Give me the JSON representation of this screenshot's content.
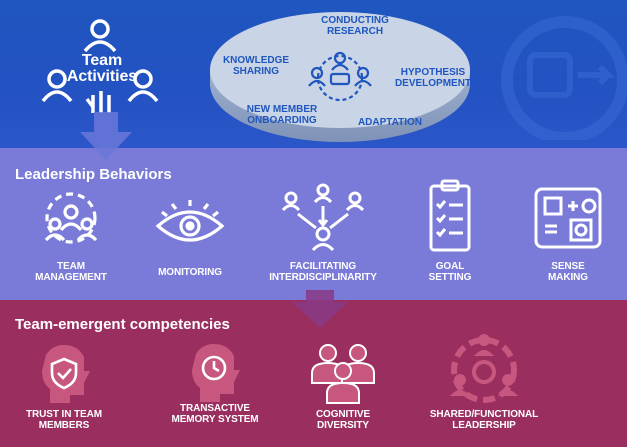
{
  "team_activities": {
    "title_line1": "Team",
    "title_line2": "Activities",
    "items": [
      {
        "line1": "CONDUCTING",
        "line2": "RESEARCH"
      },
      {
        "line1": "KNOWLEDGE",
        "line2": "SHARING"
      },
      {
        "line1": "HYPOTHESIS",
        "line2": "DEVELOPMENT"
      },
      {
        "line1": "NEW MEMBER",
        "line2": "ONBOARDING"
      },
      {
        "line1": "ADAPTATION",
        "line2": ""
      }
    ]
  },
  "leadership": {
    "heading": "Leadership Behaviors",
    "items": [
      {
        "line1": "TEAM",
        "line2": "MANAGEMENT",
        "icon": "team-management-icon"
      },
      {
        "line1": "MONITORING",
        "line2": "",
        "icon": "eye-icon"
      },
      {
        "line1": "FACILITATING",
        "line2": "INTERDISCIPLINARITY",
        "icon": "network-icon"
      },
      {
        "line1": "GOAL",
        "line2": "SETTING",
        "icon": "clipboard-icon"
      },
      {
        "line1": "SENSE",
        "line2": "MAKING",
        "icon": "sense-making-icon"
      }
    ]
  },
  "competencies": {
    "heading": "Team-emergent competencies",
    "items": [
      {
        "line1": "TRUST IN TEAM",
        "line2": "MEMBERS",
        "icon": "trust-shield-icon"
      },
      {
        "line1": "TRANSACTIVE",
        "line2": "MEMORY SYSTEM",
        "icon": "memory-head-icon"
      },
      {
        "line1": "COGNITIVE",
        "line2": "DIVERSITY",
        "icon": "diversity-people-icon"
      },
      {
        "line1": "SHARED/FUNCTIONAL",
        "line2": "LEADERSHIP",
        "icon": "shared-leadership-icon"
      }
    ]
  },
  "colors": {
    "top_band": "#2352c2",
    "mid_band": "#7a7ad8",
    "bottom_band": "#9a2f5f",
    "disc": "#c9d4e6",
    "disc_text": "#1f56bf"
  }
}
